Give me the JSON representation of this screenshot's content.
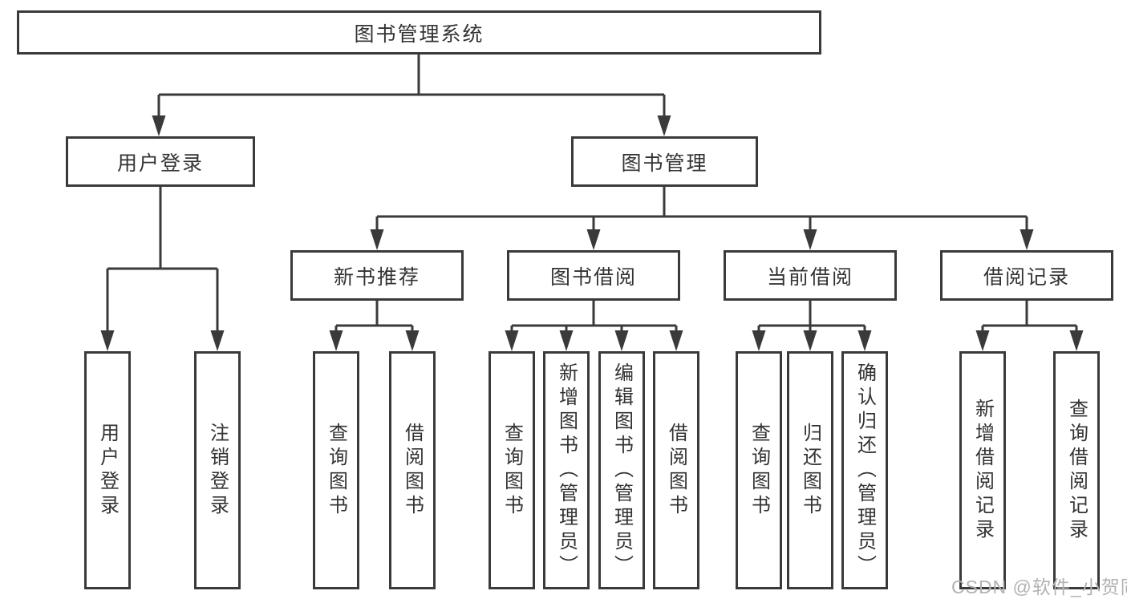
{
  "colors": {
    "line": "#3a3a3a",
    "box-bg": "#ffffff",
    "text": "#333333",
    "watermark": "#b2b2b2",
    "page-bg": "#ffffff"
  },
  "diagram": {
    "root": {
      "label": "图书管理系统"
    },
    "level2": [
      {
        "label": "用户登录"
      },
      {
        "label": "图书管理"
      }
    ],
    "level3": [
      {
        "label": "新书推荐"
      },
      {
        "label": "图书借阅"
      },
      {
        "label": "当前借阅"
      },
      {
        "label": "借阅记录"
      }
    ],
    "leaves": {
      "user_login": [
        {
          "label": "用户登录"
        },
        {
          "label": "注销登录"
        }
      ],
      "new_book_recommend": [
        {
          "label": "查询图书"
        },
        {
          "label": "借阅图书"
        }
      ],
      "book_borrowing": [
        {
          "label": "查询图书"
        },
        {
          "label": "新增图书（管理员）"
        },
        {
          "label": "编辑图书（管理员）"
        },
        {
          "label": "借阅图书"
        }
      ],
      "current_borrowing": [
        {
          "label": "查询图书"
        },
        {
          "label": "归还图书"
        },
        {
          "label": "确认归还（管理员）"
        }
      ],
      "borrowing_records": [
        {
          "label": "新增借阅记录"
        },
        {
          "label": "查询借阅记录"
        }
      ]
    }
  },
  "watermark": {
    "text": "CSDN @软件_小贺同学"
  }
}
